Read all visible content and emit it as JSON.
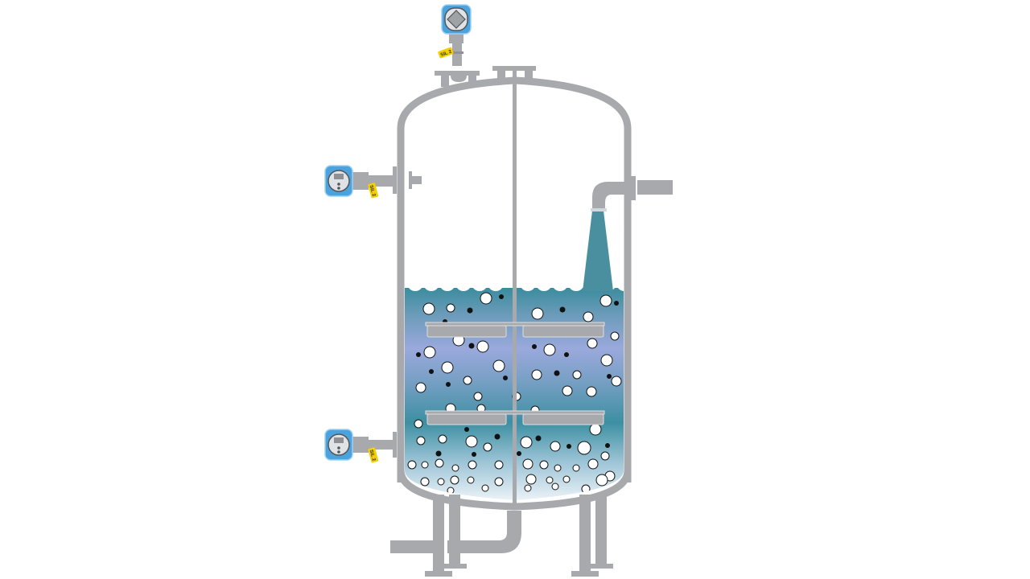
{
  "diagram": {
    "title": "Process vessel with agitator and pressure transmitters",
    "colors": {
      "vessel": "#a7a9ac",
      "liquid_top": "#3f8ea0",
      "liquid_mid": "#8fa4d6",
      "liquid_bottom": "#f4f7fb",
      "transmitter_blue": "#4aa3df",
      "tag_yellow": "#f5d000",
      "bubble_dark": "#111111",
      "bubble_light": "#ffffff"
    },
    "instruments": [
      {
        "id": "top",
        "label": "SIL 2",
        "type": "pressure-transmitter"
      },
      {
        "id": "upper-side",
        "label": "SIL 2",
        "type": "pressure-transmitter"
      },
      {
        "id": "lower-side",
        "label": "SIL 2",
        "type": "pressure-transmitter"
      }
    ],
    "components": [
      "vessel-shell",
      "agitator-shaft",
      "upper-impeller",
      "lower-impeller",
      "inlet-pipe",
      "outlet-pipe",
      "support-legs",
      "liquid-inflow-stream"
    ]
  }
}
